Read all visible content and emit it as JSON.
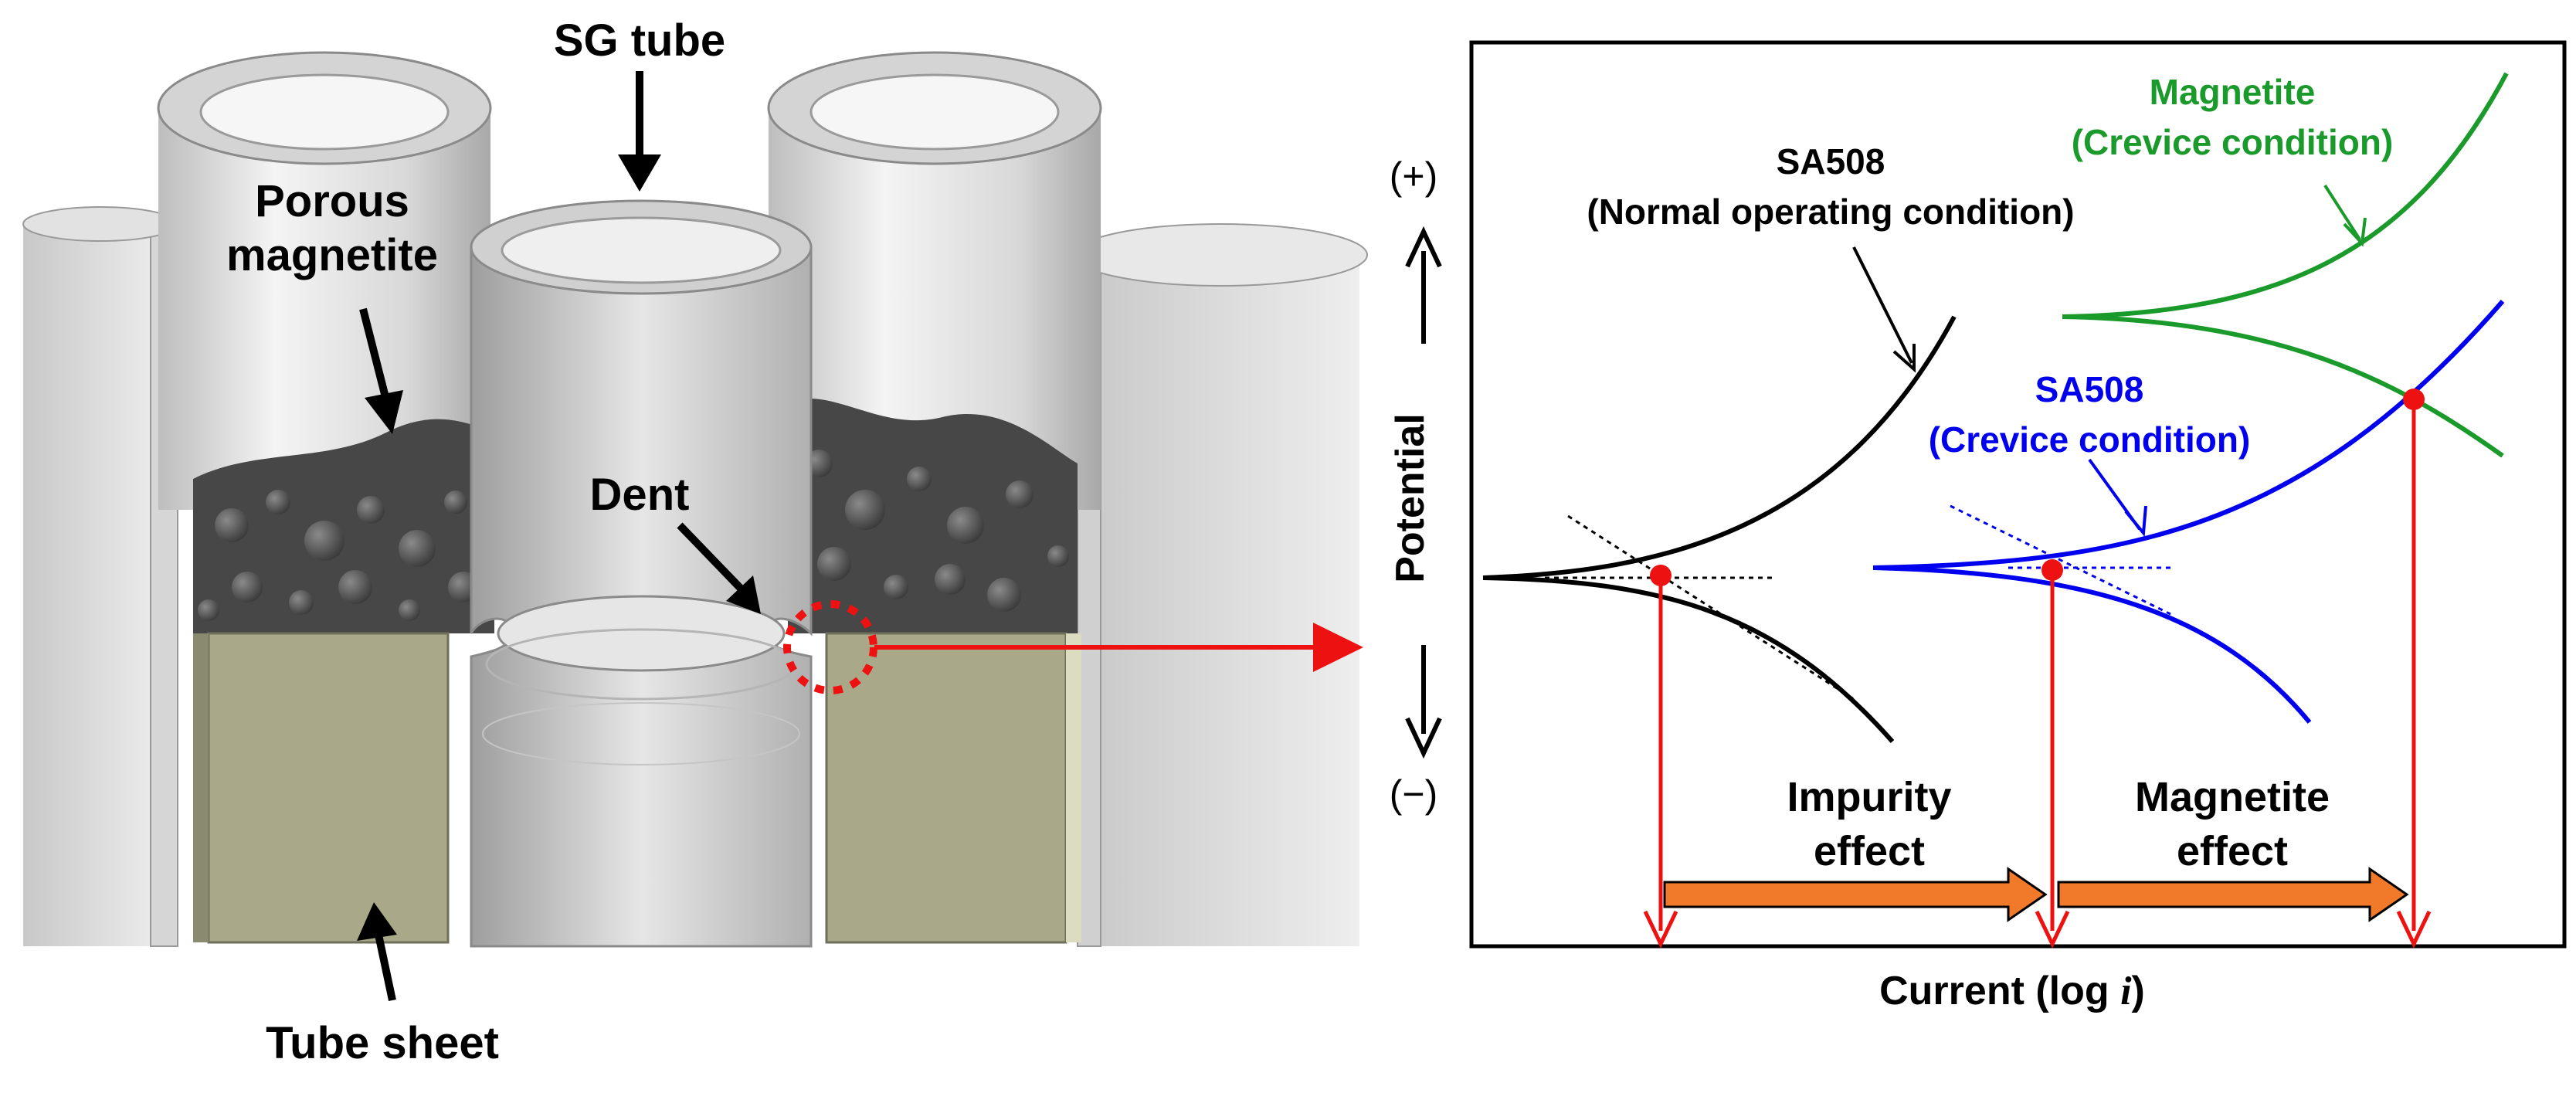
{
  "left_panel": {
    "labels": {
      "sg_tube": "SG tube",
      "porous_line1": "Porous",
      "porous_line2": "magnetite",
      "dent": "Dent",
      "tube_sheet": "Tube sheet"
    }
  },
  "right_panel": {
    "axis": {
      "plus": "(+)",
      "minus": "(−)",
      "ylabel": "Potential",
      "xlabel_main": "Current (log ",
      "xlabel_italic": "i",
      "xlabel_end": ")"
    },
    "curves": {
      "sa508_normal_line1": "SA508",
      "sa508_normal_line2": "(Normal operating condition)",
      "sa508_crevice_line1": "SA508",
      "sa508_crevice_line2": "(Crevice condition)",
      "magnetite_crevice_line1": "Magnetite",
      "magnetite_crevice_line2": "(Crevice condition)"
    },
    "effects": {
      "impurity_line1": "Impurity",
      "impurity_line2": "effect",
      "magnetite_line1": "Magnetite",
      "magnetite_line2": "effect"
    },
    "colors": {
      "normal": "#000000",
      "crevice": "#0000ee",
      "magnetite": "#1a9a2a",
      "marker": "#ee1111",
      "effect_arrow": "#f07a2a"
    }
  }
}
